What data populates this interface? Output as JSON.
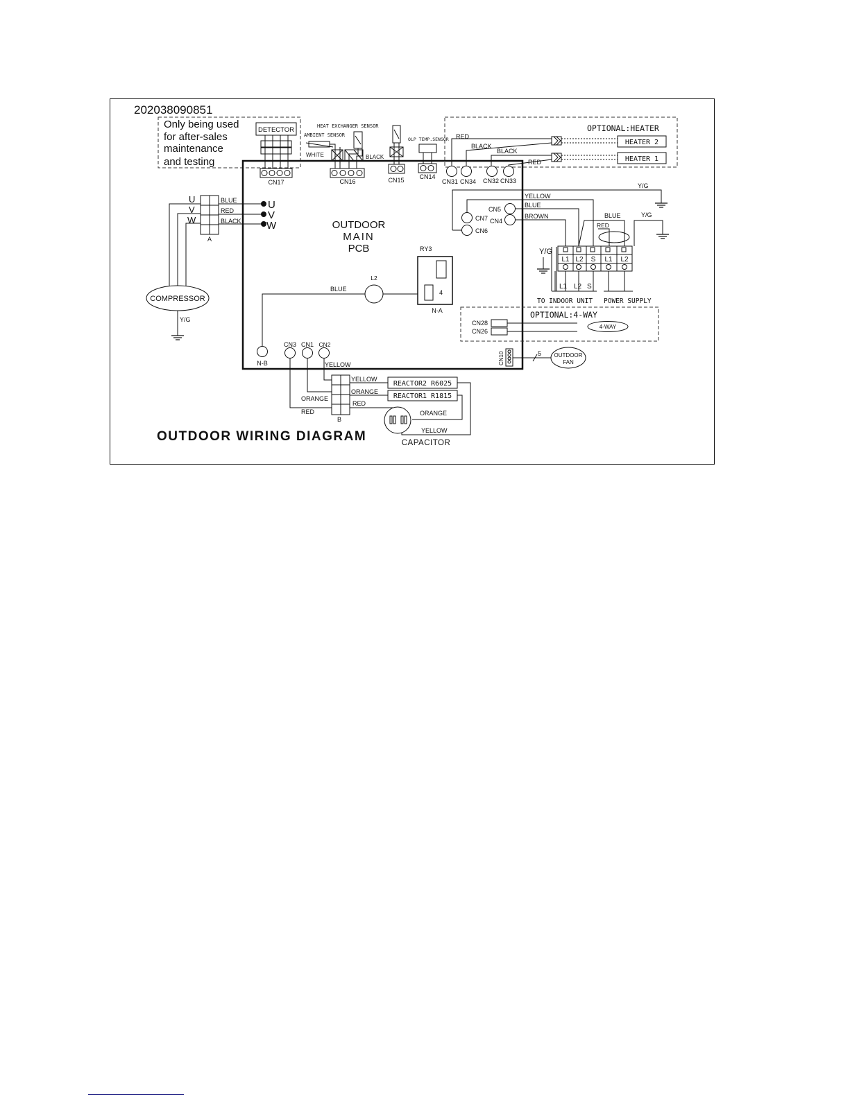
{
  "doc_code": "202038090851",
  "after_sales_note": [
    "Only being used",
    "for after-sales",
    "maintenance",
    "and testing"
  ],
  "pcb_label": [
    "OUTDOOR",
    "MAIN",
    "PCB"
  ],
  "diagram_title": "OUTDOOR WIRING DIAGRAM",
  "components": {
    "detector": "DETECTOR",
    "heat_exchanger_sensor": "HEAT EXCHANGER SENSOR",
    "ambient_sensor": "AMBIENT SENSOR",
    "olp_sensor": "OLP TEMP.SENSOR",
    "compressor": "COMPRESSOR",
    "outdoor_fan": [
      "OUTDOOR",
      "FAN"
    ],
    "capacitor": "CAPACITOR",
    "reactor2": "REACTOR2 R6025",
    "reactor1": "REACTOR1 R1815",
    "relay": "RY3",
    "relay_pin": "4",
    "l2_coil": "L2",
    "na": "N-A",
    "nb": "N-B",
    "block_a": "A",
    "block_b": "B",
    "heater1": "HEATER 1",
    "heater2": "HEATER 2",
    "four_way": "4-WAY"
  },
  "optional": {
    "heater": "OPTIONAL:HEATER",
    "four_way": "OPTIONAL:4-WAY"
  },
  "connectors": {
    "cn17": "CN17",
    "cn16": "CN16",
    "cn15": "CN15",
    "cn14": "CN14",
    "cn31": "CN31",
    "cn34": "CN34",
    "cn32": "CN32",
    "cn33": "CN33",
    "cn5": "CN5",
    "cn7": "CN7",
    "cn4": "CN4",
    "cn6": "CN6",
    "cn28": "CN28",
    "cn26": "CN26",
    "cn10": "CN10",
    "cn3": "CN3",
    "cn1": "CN1",
    "cn2": "CN2"
  },
  "phases": {
    "u": "U",
    "v": "V",
    "w": "W"
  },
  "terminals": [
    "L1",
    "L2",
    "S",
    "L1",
    "L2"
  ],
  "terminal_wires": [
    "L1",
    "L2",
    "S"
  ],
  "terminal_groups": {
    "indoor": "TO INDOOR UNIT",
    "power": "POWER SUPPLY"
  },
  "wires": {
    "blue": "BLUE",
    "red": "RED",
    "black": "BLACK",
    "white": "WHITE",
    "yellow": "YELLOW",
    "brown": "BROWN",
    "orange": "ORANGE",
    "yg": "Y/G",
    "fan_wires": "5"
  }
}
